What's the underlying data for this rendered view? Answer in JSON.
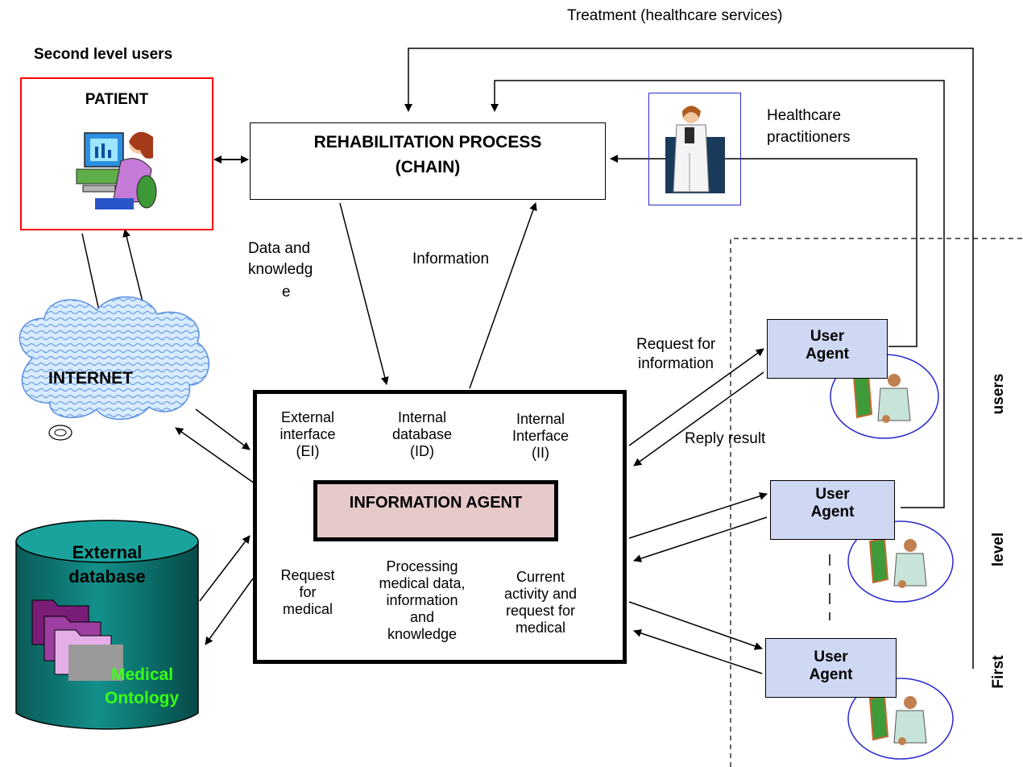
{
  "treatment_label": "Treatment (healthcare services)",
  "second_level_users_label": "Second level users",
  "patient": {
    "title": "PATIENT",
    "icon": "patient-at-computer-icon"
  },
  "rehab": {
    "line1": "REHABILITATION PROCESS",
    "line2": "(CHAIN)"
  },
  "practitioner": {
    "label_line1": "Healthcare",
    "label_line2": "practitioners",
    "icon": "doctor-icon"
  },
  "internet": {
    "label": "INTERNET"
  },
  "data_knowledge": {
    "line1": "Data and",
    "line2": "knowledg",
    "line3": "e"
  },
  "information_label": "Information",
  "request_info": {
    "line1": "Request for",
    "line2": "information"
  },
  "reply_result": "Reply result",
  "info_agent": {
    "title": "INFORMATION AGENT",
    "ei": {
      "line1": "External",
      "line2": "interface",
      "line3": "(EI)"
    },
    "id": {
      "line1": "Internal",
      "line2": "database",
      "line3": "(ID)"
    },
    "ii": {
      "line1": "Internal",
      "line2": "Interface",
      "line3": "(II)"
    },
    "req_med": {
      "line1": "Request",
      "line2": "for",
      "line3": "medical"
    },
    "processing": {
      "line1": "Processing",
      "line2": "medical data,",
      "line3": "information",
      "line4": "and",
      "line5": "knowledge"
    },
    "current": {
      "line1": "Current",
      "line2": "activity and",
      "line3": "request for",
      "line4": "medical"
    }
  },
  "external_db": {
    "line1": "External",
    "line2": "database",
    "ontology1": "Medical",
    "ontology2": "Ontology"
  },
  "user_agents": [
    {
      "line1": "User",
      "line2": "Agent"
    },
    {
      "line1": "User",
      "line2": "Agent"
    },
    {
      "line1": "User",
      "line2": "Agent"
    }
  ],
  "first_level_users": {
    "word1": "users",
    "word2": "level",
    "word3": "First"
  },
  "colors": {
    "patient_border": "#ff0000",
    "practitioner_border": "#2a2ad0",
    "agent_fill": "#e8c8c8",
    "db_fill": "#0a6f6a",
    "ontology_text": "#39ff14",
    "user_agent_fill": "#cfd8f2"
  }
}
